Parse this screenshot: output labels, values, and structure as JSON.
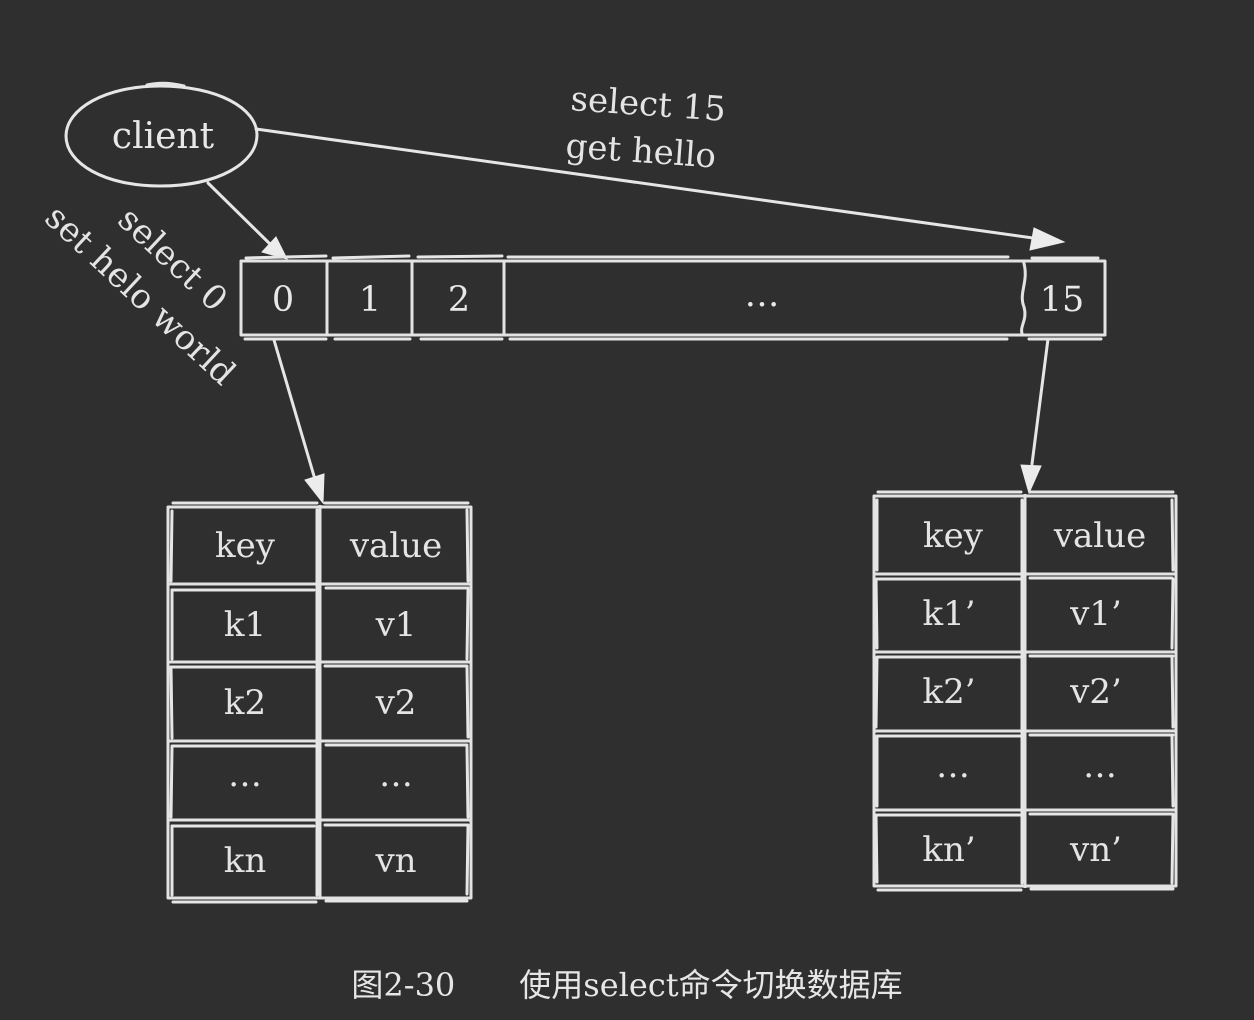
{
  "client": {
    "label": "client"
  },
  "commands": {
    "db15": {
      "line1": "select 15",
      "line2": "get hello"
    },
    "db0": {
      "line1": "select 0",
      "line2": "set helo world"
    }
  },
  "slots": [
    "0",
    "1",
    "2",
    "…",
    "15"
  ],
  "tables": {
    "db0": {
      "headers": [
        "key",
        "value"
      ],
      "rows": [
        [
          "k1",
          "v1"
        ],
        [
          "k2",
          "v2"
        ],
        [
          "…",
          "…"
        ],
        [
          "kn",
          "vn"
        ]
      ]
    },
    "db15": {
      "headers": [
        "key",
        "value"
      ],
      "rows": [
        [
          "k1’",
          "v1’"
        ],
        [
          "k2’",
          "v2’"
        ],
        [
          "…",
          "…"
        ],
        [
          "kn’",
          "vn’"
        ]
      ]
    }
  },
  "caption": "图2-30　　使用select命令切换数据库",
  "colors": {
    "background": "#2f2f2f",
    "stroke": "#e6e6e6",
    "text": "#e4e4e4"
  }
}
